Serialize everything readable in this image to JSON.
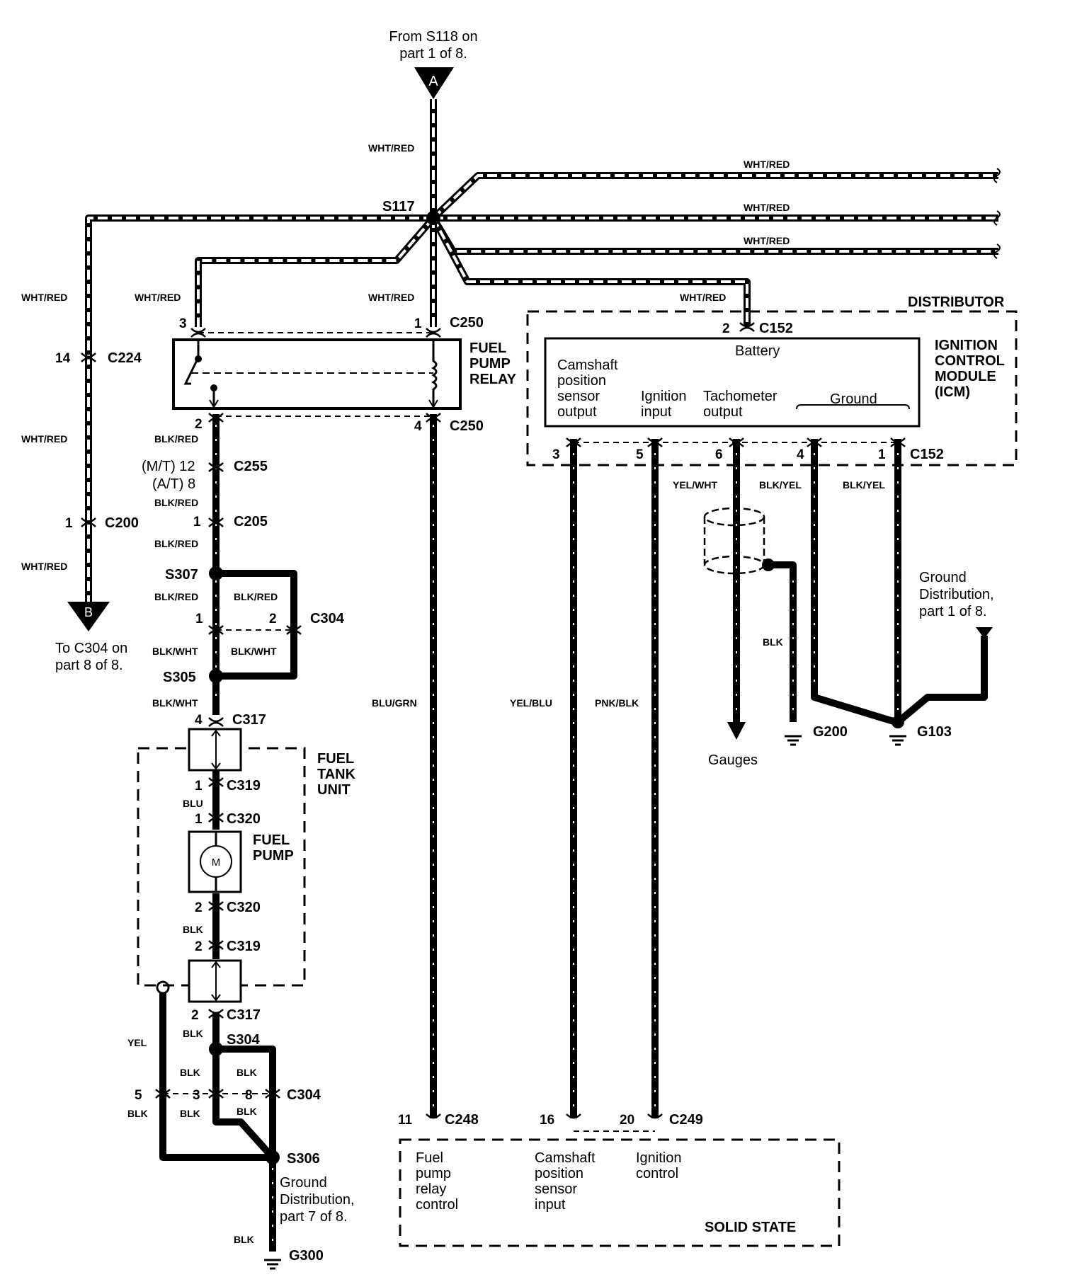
{
  "from_ref": {
    "line1": "From S118 on",
    "line2": "part 1 of 8.",
    "letter": "A"
  },
  "to_ref": {
    "line1": "To C304 on",
    "line2": "part 8 of 8.",
    "letter": "B"
  },
  "splices": [
    "S117",
    "S307",
    "S305",
    "S304",
    "S306"
  ],
  "connectors": {
    "c250_top": "C250",
    "c250_bot": "C250",
    "c224": "C224",
    "c255": "C255",
    "c205": "C205",
    "c200": "C200",
    "c304_a": "C304",
    "c317_a": "C317",
    "c319_a": "C319",
    "c320_a": "C320",
    "c320_b": "C320",
    "c319_b": "C319",
    "c317_b": "C317",
    "c304_b": "C304",
    "c152_top": "C152",
    "c152_bot": "C152",
    "c248": "C248",
    "c249": "C249"
  },
  "pins": {
    "p3_relay": "3",
    "p1_relay": "1",
    "p2_relay": "2",
    "p4_relay": "4",
    "p14": "14",
    "p_mt": "(M/T) 12",
    "p_at": "(A/T) 8",
    "p1_c205": "1",
    "p1_c200": "1",
    "p1_c304": "1",
    "p2_c304": "2",
    "p4_c317": "4",
    "p1_c319": "1",
    "p1_c320": "1",
    "p2_c320": "2",
    "p2_c319": "2",
    "p2_c317": "2",
    "p5_c304": "5",
    "p3_c304": "3",
    "p8_c304": "8",
    "p2_c152": "2",
    "p3_c152": "3",
    "p5_c152": "5",
    "p6_c152": "6",
    "p4_c152": "4",
    "p1_c152": "1",
    "p11": "11",
    "p16": "16",
    "p20": "20"
  },
  "wires": {
    "main_top": "WHT/RED",
    "right1": "WHT/RED",
    "right2": "WHT/RED",
    "right3": "WHT/RED",
    "left_long": "WHT/RED",
    "relay_3": "WHT/RED",
    "relay_1": "WHT/RED",
    "dist_2": "WHT/RED",
    "left_mid": "WHT/RED",
    "left_low": "WHT/RED",
    "blk_red_1": "BLK/RED",
    "blk_red_2": "BLK/RED",
    "blk_red_3": "BLK/RED",
    "blk_red_4": "BLK/RED",
    "blk_red_5": "BLK/RED",
    "blk_wht_1": "BLK/WHT",
    "blk_wht_2": "BLK/WHT",
    "blk_wht_3": "BLK/WHT",
    "blu": "BLU",
    "blk_1": "BLK",
    "blk_2": "BLK",
    "blk_3": "BLK",
    "blk_4": "BLK",
    "blk_5": "BLK",
    "blk_6": "BLK",
    "blk_7": "BLK",
    "blk_8": "BLK",
    "yel": "YEL",
    "blu_grn": "BLU/GRN",
    "yel_blu": "YEL/BLU",
    "pnk_blk": "PNK/BLK",
    "yel_wht": "YEL/WHT",
    "blk_yel_1": "BLK/YEL",
    "blk_yel_2": "BLK/YEL",
    "blk_g200": "BLK"
  },
  "components": {
    "fuel_pump_relay": [
      "FUEL",
      "PUMP",
      "RELAY"
    ],
    "fuel_tank_unit": [
      "FUEL",
      "TANK",
      "UNIT"
    ],
    "fuel_pump": [
      "FUEL",
      "PUMP"
    ],
    "motor_symbol": "M",
    "distributor": "DISTRIBUTOR",
    "icm": [
      "IGNITION",
      "CONTROL",
      "MODULE",
      "(ICM)"
    ],
    "solid_state": "SOLID STATE"
  },
  "icm_terminals": {
    "battery": "Battery",
    "cam": [
      "Camshaft",
      "position",
      "sensor",
      "output"
    ],
    "ign": [
      "Ignition",
      "input"
    ],
    "tach": [
      "Tachometer",
      "output"
    ],
    "ground": "Ground"
  },
  "solid_state_terminals": {
    "fuel": [
      "Fuel",
      "pump",
      "relay",
      "control"
    ],
    "cam": [
      "Camshaft",
      "position",
      "sensor",
      "input"
    ],
    "ign": [
      "Ignition",
      "control"
    ]
  },
  "grounds": {
    "g200": "G200",
    "g103": "G103",
    "g300": "G300"
  },
  "notes": {
    "gauges": "Gauges",
    "ground_dist_1": [
      "Ground",
      "Distribution,",
      "part 1 of 8."
    ],
    "ground_dist_7": [
      "Ground",
      "Distribution,",
      "part 7 of 8."
    ]
  }
}
